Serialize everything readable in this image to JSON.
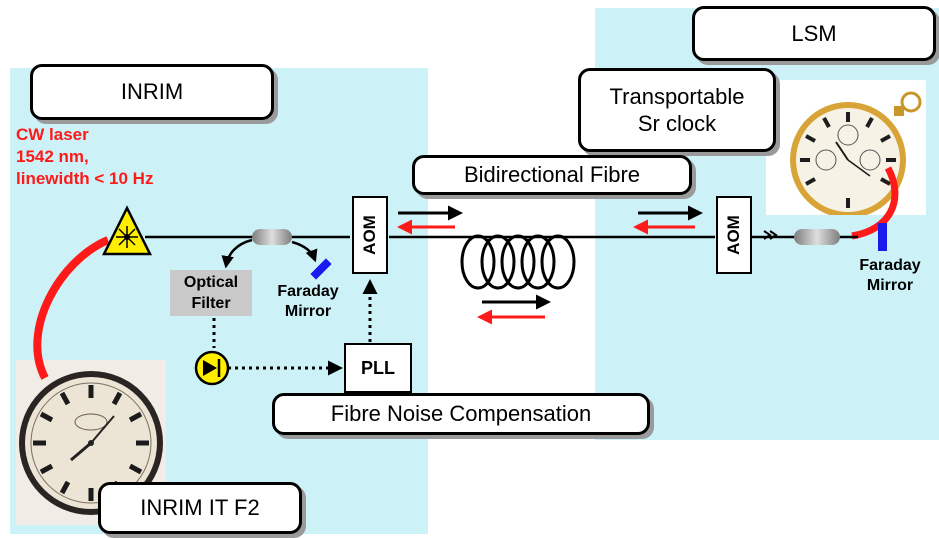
{
  "sites": {
    "inrim": "INRIM",
    "lsm": "LSM"
  },
  "laser": {
    "line1": "CW laser",
    "line2": "1542 nm,",
    "line3": "linewidth < 10 Hz"
  },
  "fibre_label": "Bidirectional Fibre",
  "compensation_label": "Fibre Noise Compensation",
  "aom_label": "AOM",
  "filter": {
    "line1": "Optical",
    "line2": "Filter"
  },
  "pll_label": "PLL",
  "faraday": {
    "line1": "Faraday",
    "line2": "Mirror"
  },
  "sr_clock": {
    "line1": "Transportable",
    "line2": "Sr clock"
  },
  "inrim_clock_label": "INRIM IT F2",
  "colors": {
    "region": "#ccf2f8",
    "arrow_red": "#ff1a1a",
    "mirror_blue": "#1a1aee",
    "laser_yellow": "#ffee00"
  }
}
